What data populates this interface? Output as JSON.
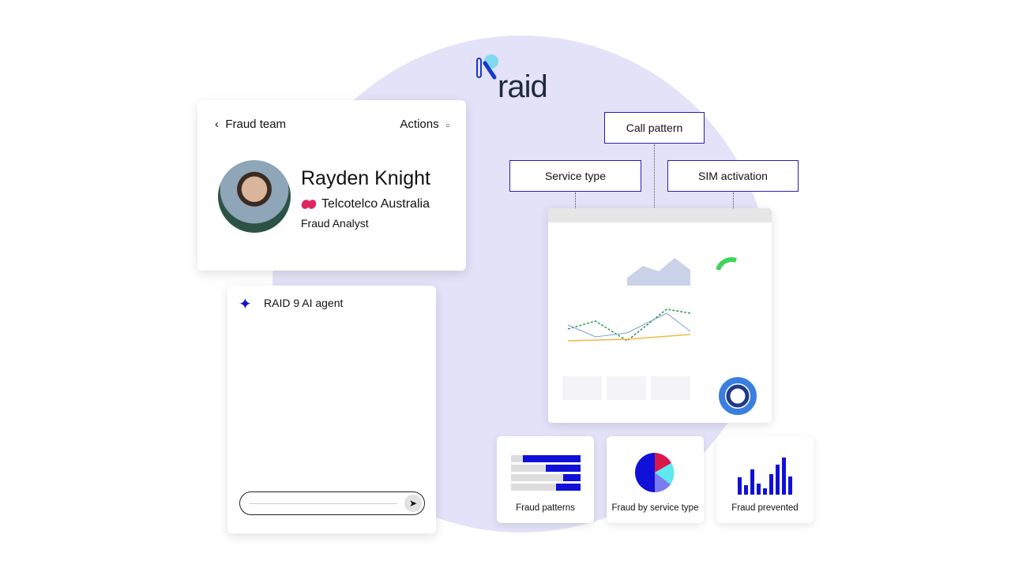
{
  "logo": {
    "text": "raid"
  },
  "profile": {
    "back_label": "Fraud team",
    "actions_label": "Actions",
    "name": "Rayden Knight",
    "company": "Telcotelco Australia",
    "role": "Fraud Analyst"
  },
  "agent": {
    "title": "RAID 9 AI agent",
    "input_placeholder": ""
  },
  "diagram": {
    "top": "Call pattern",
    "left": "Service type",
    "right": "SIM activation"
  },
  "tiles": [
    {
      "label": "Fraud patterns"
    },
    {
      "label": "Fraud by service type"
    },
    {
      "label": "Fraud prevented"
    }
  ],
  "colors": {
    "accent": "#1010d8",
    "background_circle": "#e3e2f8",
    "brand_red": "#e0245e"
  }
}
